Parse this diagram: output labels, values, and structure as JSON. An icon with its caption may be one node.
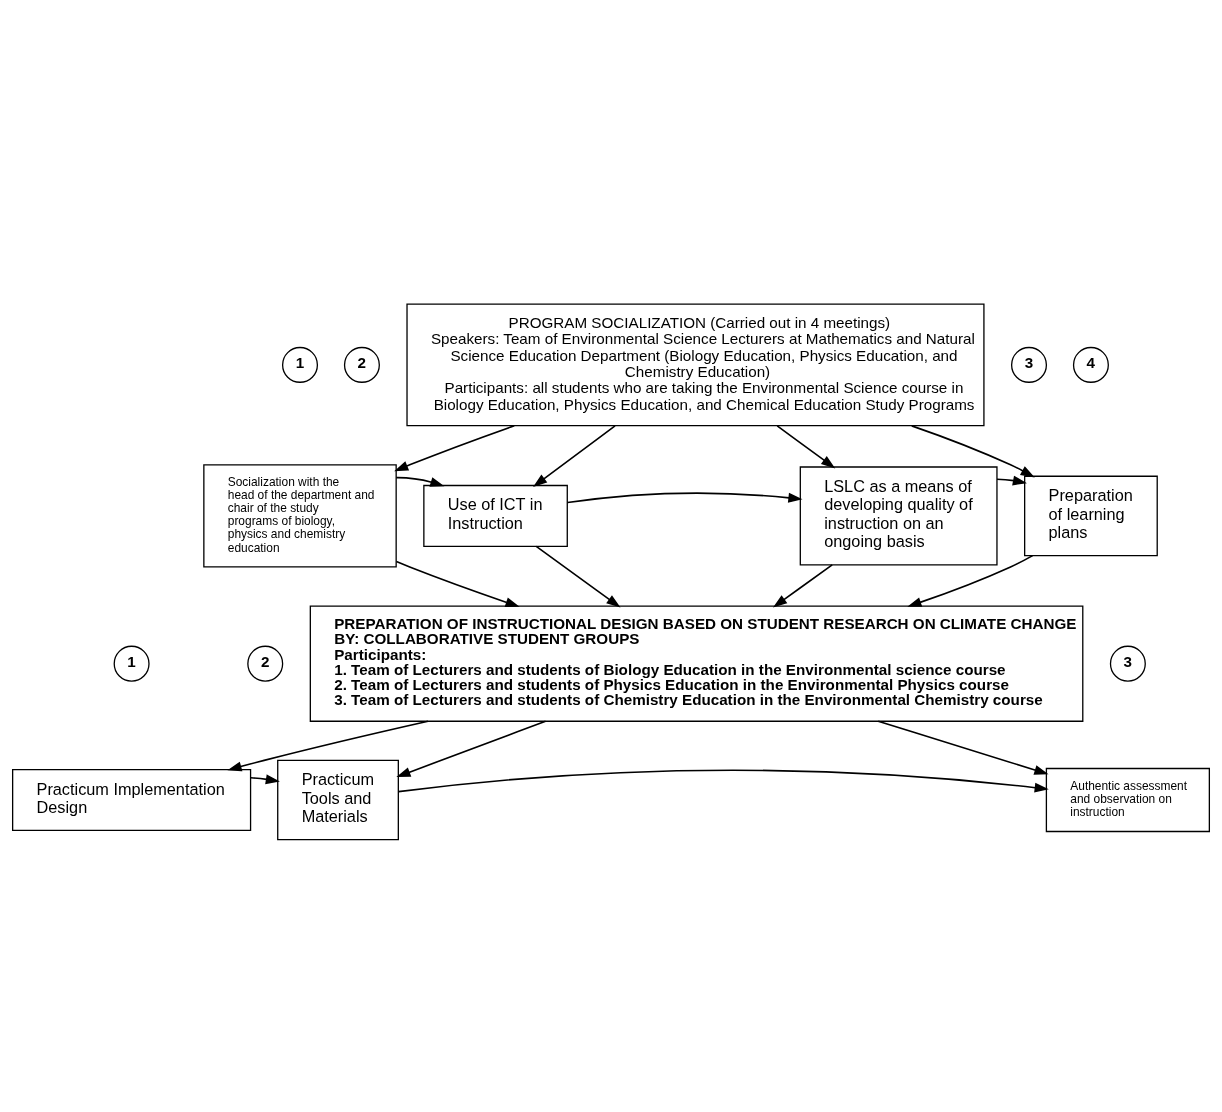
{
  "diagram": {
    "nodes": [
      {
        "text": [
          "PROGRAM SOCIALIZATION (Carried out in 4 meetings)",
          "Speakers: Team of Environmental Science Lecturers at Mathematics and Natural Science Education Department (Biology Education, Physics Education, and Chemistry Education)",
          "Participants: all students who are taking the Environmental Science course in Biology Education, Physics Education, and Chemical Education Study Programs"
        ]
      },
      {
        "text": [
          "1"
        ]
      },
      {
        "text": [
          "Socialization with the head of the department and chair of the study programs of biology, physics and chemistry education"
        ]
      },
      {
        "text": [
          "2"
        ]
      },
      {
        "text": [
          "Use of ICT in Instruction"
        ]
      },
      {
        "text": [
          "3"
        ]
      },
      {
        "text": [
          "LSLC as a means of developing quality of instruction on an ongoing basis"
        ]
      },
      {
        "text": [
          "4"
        ]
      },
      {
        "text": [
          "Preparation of learning plans"
        ]
      },
      {
        "text": [
          "PREPARATION OF INSTRUCTIONAL DESIGN BASED ON STUDENT RESEARCH ON CLIMATE CHANGE",
          "BY: COLLABORATIVE STUDENT GROUPS",
          "Participants:",
          "1. Team of Lecturers and students of Biology Education in the Environmental science course",
          "2. Team of Lecturers and students of Physics Education in the Environmental Physics course",
          "3. Team of Lecturers and students of Chemistry Education in the Environmental Chemistry course"
        ]
      },
      {
        "text": [
          "1"
        ]
      },
      {
        "text": [
          "Practicum Implementation Design"
        ]
      },
      {
        "text": [
          "2"
        ]
      },
      {
        "text": [
          "Practicum Tools and Materials"
        ]
      },
      {
        "text": [
          "3"
        ]
      },
      {
        "text": [
          "Authentic assessment and observation on instruction"
        ]
      }
    ],
    "edges": [
      {
        "from": 0,
        "to": 2,
        "arrow": "to"
      },
      {
        "from": 0,
        "to": 4,
        "arrow": "to"
      },
      {
        "from": 0,
        "to": 6,
        "arrow": "to"
      },
      {
        "from": 0,
        "to": 8,
        "arrow": "to"
      },
      {
        "from": 2,
        "to": 4,
        "arrow": "to"
      },
      {
        "from": 4,
        "to": 6,
        "arrow": "to"
      },
      {
        "from": 6,
        "to": 8,
        "arrow": "to"
      },
      {
        "from": 2,
        "to": 9,
        "arrow": "to"
      },
      {
        "from": 4,
        "to": 9,
        "arrow": "to"
      },
      {
        "from": 6,
        "to": 9,
        "arrow": "to"
      },
      {
        "from": 8,
        "to": 9,
        "arrow": "to"
      },
      {
        "from": 9,
        "to": 11,
        "arrow": "to"
      },
      {
        "from": 9,
        "to": 13,
        "arrow": "to"
      },
      {
        "from": 9,
        "to": 15,
        "arrow": "to"
      },
      {
        "from": 11,
        "to": 13,
        "arrow": "to"
      },
      {
        "from": 13,
        "to": 15,
        "arrow": "to"
      }
    ]
  }
}
